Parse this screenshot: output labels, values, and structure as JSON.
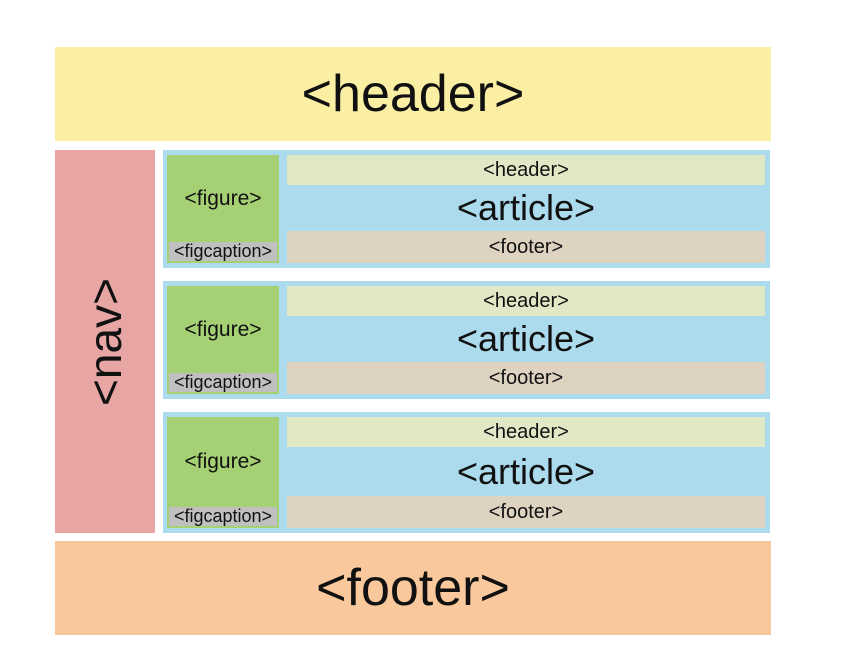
{
  "colors": {
    "page_bg": "#ffffff",
    "header_bg": "#fbefa4",
    "nav_bg": "#e7a6a4",
    "article_bg": "#abdbec",
    "figure_bg": "#a6d074",
    "figcaption_bg": "#c0c0c0",
    "article_header_bg": "#e1e8c6",
    "article_footer_bg": "#ded2c1",
    "footer_bg": "#fac89d",
    "text": "#111111"
  },
  "page_header": {
    "label": "<header>"
  },
  "nav": {
    "label": "<nav>"
  },
  "articles": [
    {
      "figure_label": "<figure>",
      "figcaption_label": "<figcaption>",
      "header_label": "<header>",
      "article_label": "<article>",
      "footer_label": "<footer>"
    },
    {
      "figure_label": "<figure>",
      "figcaption_label": "<figcaption>",
      "header_label": "<header>",
      "article_label": "<article>",
      "footer_label": "<footer>"
    },
    {
      "figure_label": "<figure>",
      "figcaption_label": "<figcaption>",
      "header_label": "<header>",
      "article_label": "<article>",
      "footer_label": "<footer>"
    }
  ],
  "page_footer": {
    "label": "<footer>"
  }
}
